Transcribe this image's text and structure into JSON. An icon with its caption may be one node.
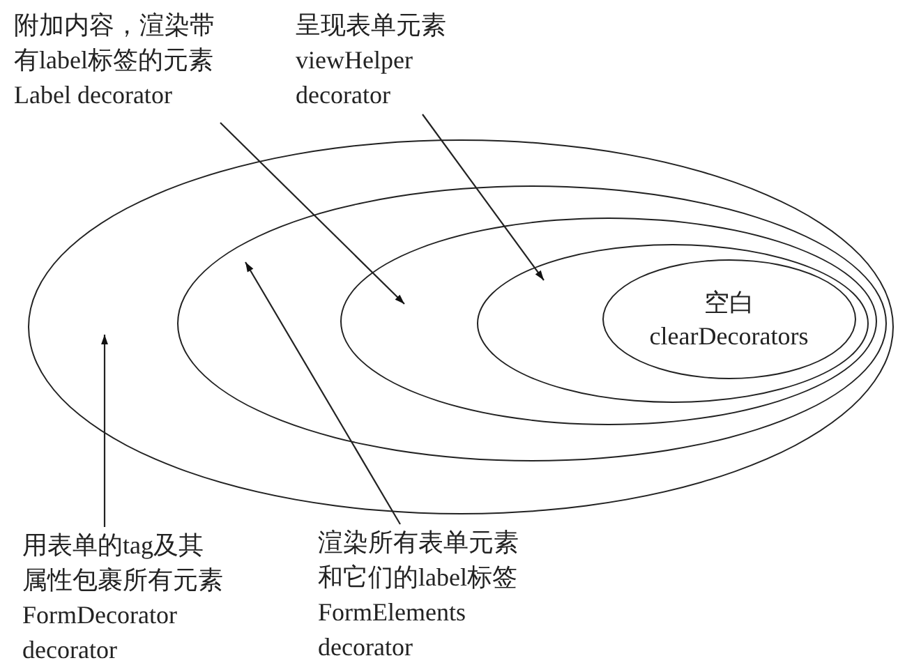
{
  "diagram": {
    "nodes": [
      {
        "text": [],
        "shape": "ellipse"
      },
      {
        "text": [],
        "shape": "ellipse",
        "in": 0
      },
      {
        "text": [],
        "shape": "ellipse",
        "in": 1
      },
      {
        "text": [],
        "shape": "ellipse",
        "in": 2
      },
      {
        "text": [
          "空白",
          "clearDecorators"
        ],
        "in": 3
      },
      {
        "text": [
          "附加内容，渲染带有label标签的元素",
          "Label decorator"
        ]
      },
      {
        "text": [
          "呈现表单元素",
          "viewHelper decorator"
        ]
      },
      {
        "text": [
          "用表单的tag及其属性包裹所有元素",
          "FormDecorator decorator"
        ]
      },
      {
        "text": [
          "渲染所有表单元素和它们的label标签",
          "FormElements decorator"
        ]
      }
    ],
    "edges": [
      {
        "from": 5,
        "to": 2,
        "arrow": "to"
      },
      {
        "from": 6,
        "to": 3,
        "arrow": "to"
      },
      {
        "from": 7,
        "to": 0,
        "arrow": "to"
      },
      {
        "from": 8,
        "to": 1,
        "arrow": "to"
      }
    ]
  }
}
